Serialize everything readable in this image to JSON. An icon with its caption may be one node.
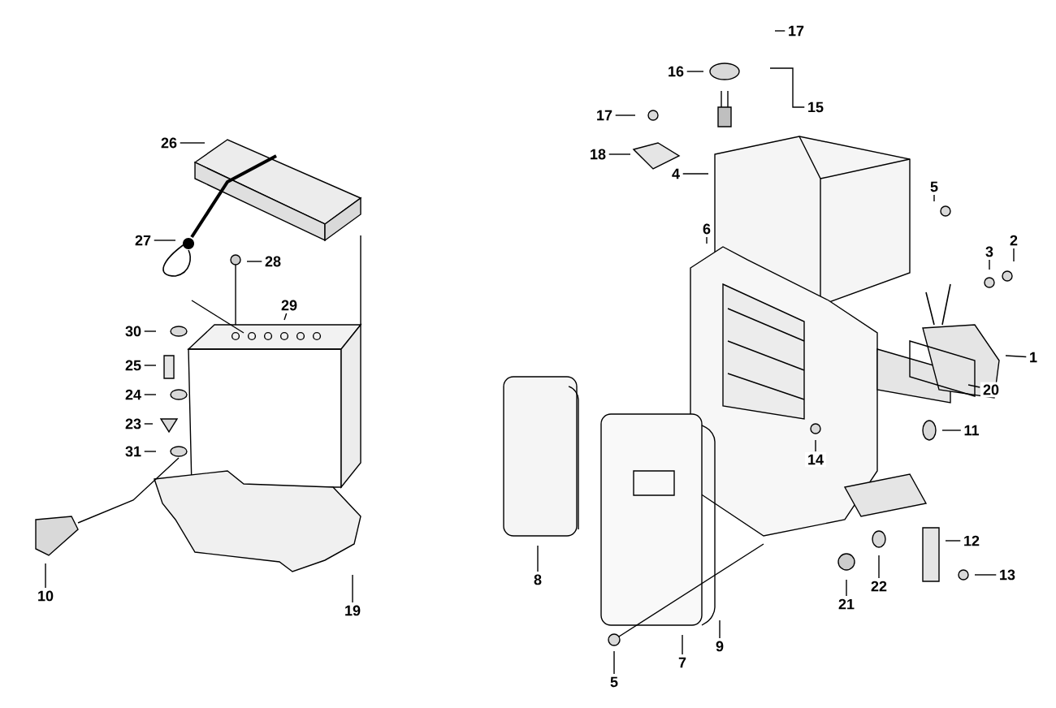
{
  "diagram": {
    "nodes": [
      {
        "text": [
          "26"
        ]
      },
      {
        "text": [
          "27"
        ]
      },
      {
        "text": [
          "28"
        ]
      },
      {
        "text": [
          "29"
        ]
      },
      {
        "text": [
          "30"
        ]
      },
      {
        "text": [
          "25"
        ]
      },
      {
        "text": [
          "24"
        ]
      },
      {
        "text": [
          "23"
        ]
      },
      {
        "text": [
          "31"
        ]
      },
      {
        "text": [
          "10"
        ]
      },
      {
        "text": [
          "19"
        ]
      },
      {
        "text": [
          "17"
        ]
      },
      {
        "text": [
          "16"
        ]
      },
      {
        "text": [
          "15"
        ]
      },
      {
        "text": [
          "17"
        ]
      },
      {
        "text": [
          "18"
        ]
      },
      {
        "text": [
          "4"
        ]
      },
      {
        "text": [
          "6"
        ]
      },
      {
        "text": [
          "5"
        ]
      },
      {
        "text": [
          "3"
        ]
      },
      {
        "text": [
          "2"
        ]
      },
      {
        "text": [
          "1"
        ]
      },
      {
        "text": [
          "20"
        ]
      },
      {
        "text": [
          "11"
        ]
      },
      {
        "text": [
          "14"
        ]
      },
      {
        "text": [
          "12"
        ]
      },
      {
        "text": [
          "13"
        ]
      },
      {
        "text": [
          "22"
        ]
      },
      {
        "text": [
          "21"
        ]
      },
      {
        "text": [
          "8"
        ]
      },
      {
        "text": [
          "9"
        ]
      },
      {
        "text": [
          "7"
        ]
      },
      {
        "text": [
          "5"
        ]
      }
    ],
    "edges": [
      {
        "from": 0,
        "to": null,
        "arrow": "none"
      },
      {
        "from": 1,
        "to": null,
        "arrow": "none"
      },
      {
        "from": 2,
        "to": null,
        "arrow": "none"
      },
      {
        "from": 3,
        "to": null,
        "arrow": "none"
      },
      {
        "from": 4,
        "to": null,
        "arrow": "none"
      },
      {
        "from": 5,
        "to": null,
        "arrow": "none"
      },
      {
        "from": 6,
        "to": null,
        "arrow": "none"
      },
      {
        "from": 7,
        "to": null,
        "arrow": "none"
      },
      {
        "from": 8,
        "to": null,
        "arrow": "none"
      },
      {
        "from": 9,
        "to": null,
        "arrow": "none"
      },
      {
        "from": 10,
        "to": null,
        "arrow": "none"
      },
      {
        "from": 11,
        "to": null,
        "arrow": "none"
      },
      {
        "from": 12,
        "to": null,
        "arrow": "none"
      },
      {
        "from": 13,
        "to": null,
        "arrow": "none"
      },
      {
        "from": 14,
        "to": null,
        "arrow": "none"
      },
      {
        "from": 15,
        "to": null,
        "arrow": "none"
      },
      {
        "from": 16,
        "to": null,
        "arrow": "none"
      },
      {
        "from": 17,
        "to": null,
        "arrow": "none"
      },
      {
        "from": 18,
        "to": null,
        "arrow": "none"
      },
      {
        "from": 19,
        "to": null,
        "arrow": "none"
      },
      {
        "from": 20,
        "to": null,
        "arrow": "none"
      },
      {
        "from": 21,
        "to": null,
        "arrow": "none"
      },
      {
        "from": 22,
        "to": null,
        "arrow": "none"
      },
      {
        "from": 23,
        "to": null,
        "arrow": "none"
      },
      {
        "from": 24,
        "to": null,
        "arrow": "none"
      },
      {
        "from": 25,
        "to": null,
        "arrow": "none"
      },
      {
        "from": 26,
        "to": null,
        "arrow": "none"
      },
      {
        "from": 27,
        "to": null,
        "arrow": "none"
      },
      {
        "from": 28,
        "to": null,
        "arrow": "none"
      },
      {
        "from": 29,
        "to": null,
        "arrow": "none"
      },
      {
        "from": 30,
        "to": null,
        "arrow": "none"
      },
      {
        "from": 31,
        "to": null,
        "arrow": "none"
      },
      {
        "from": 32,
        "to": null,
        "arrow": "none"
      }
    ]
  }
}
